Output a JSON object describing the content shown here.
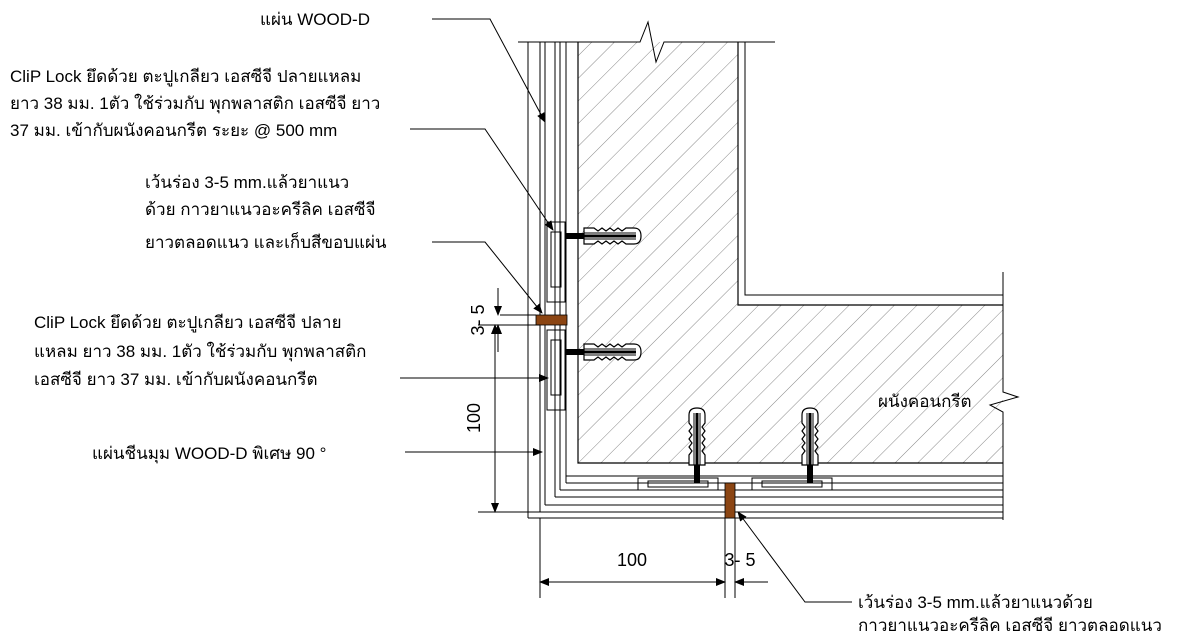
{
  "labels": {
    "board_name": "แผ่น WOOD-D",
    "cliplock_top": [
      "CliP Lock ยึดด้วย ตะปูเกลียว เอสซีจี ปลายแหลม",
      "ยาว 38 มม. 1ตัว ใช้ร่วมกับ พุกพลาสติก เอสซีจี ยาว",
      "37 มม. เข้ากับผนังคอนกรีต ระยะ @ 500 mm"
    ],
    "gap_vertical": [
      "เว้นร่อง 3-5 mm.แล้วยาแนว",
      "ด้วย กาวยาแนวอะครีลิค เอสซีจี",
      "ยาวตลอดแนว และเก็บสีขอบแผ่น"
    ],
    "cliplock_bottom": [
      "CliP Lock ยึดด้วย ตะปูเกลียว เอสซีจี ปลาย",
      "แหลม ยาว 38 มม. 1ตัว ใช้ร่วมกับ พุกพลาสติก",
      "เอสซีจี ยาว 37 มม. เข้ากับผนังคอนกรีต"
    ],
    "corner_board": "แผ่นชีนมุม WOOD-D พิเศษ 90 °",
    "concrete_wall": "ผนังคอนกรีต",
    "gap_horizontal": [
      "เว้นร่อง 3-5 mm.แล้วยาแนวด้วย",
      "กาวยาแนวอะครีลิค เอสซีจี ยาวตลอดแนว"
    ]
  },
  "dimensions": {
    "vertical_gap": "3- 5",
    "vertical_length": "100",
    "horizontal_length": "100",
    "horizontal_gap": "3- 5"
  },
  "colors": {
    "sealant": "#8B4513",
    "line": "#000000"
  }
}
